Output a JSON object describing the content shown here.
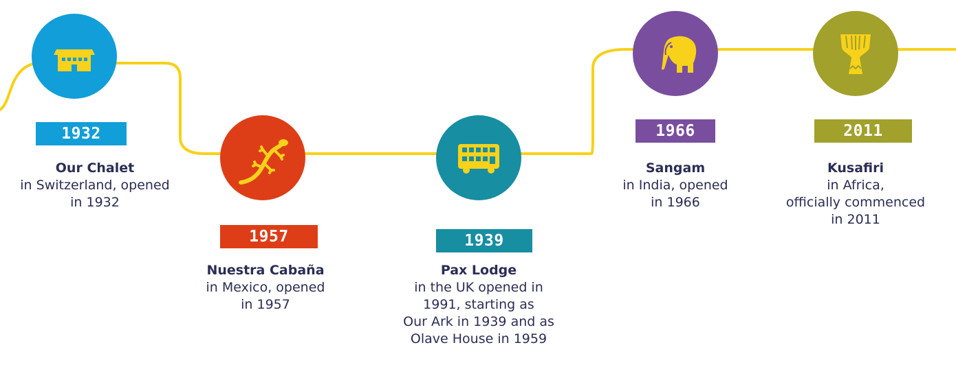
{
  "colors": {
    "track": "#f7d11a",
    "text": "#2b2d55",
    "icon": "#f7d11a"
  },
  "centres": [
    {
      "year": "1932",
      "name": "Our Chalet",
      "desc_lines": [
        "in Switzerland, opened",
        "in 1932"
      ],
      "color": "#129ed8",
      "icon": "chalet-icon"
    },
    {
      "year": "1957",
      "name": "Nuestra Cabaña",
      "desc_lines": [
        "in Mexico, opened",
        "in 1957"
      ],
      "color": "#de3e17",
      "icon": "gecko-icon"
    },
    {
      "year": "1939",
      "name": "Pax Lodge",
      "desc_lines": [
        "in the UK opened in",
        "1991, starting as",
        "Our Ark in 1939 and as",
        "Olave House in 1959"
      ],
      "color": "#178ea1",
      "icon": "double-decker-bus-icon"
    },
    {
      "year": "1966",
      "name": "Sangam",
      "desc_lines": [
        "in India, opened",
        "in 1966"
      ],
      "color": "#7a4e9e",
      "icon": "elephant-icon"
    },
    {
      "year": "2011",
      "name": "Kusafiri",
      "desc_lines": [
        "in Africa,",
        "officially commenced",
        "in 2011"
      ],
      "color": "#a1a12c",
      "icon": "djembe-drum-icon"
    }
  ]
}
